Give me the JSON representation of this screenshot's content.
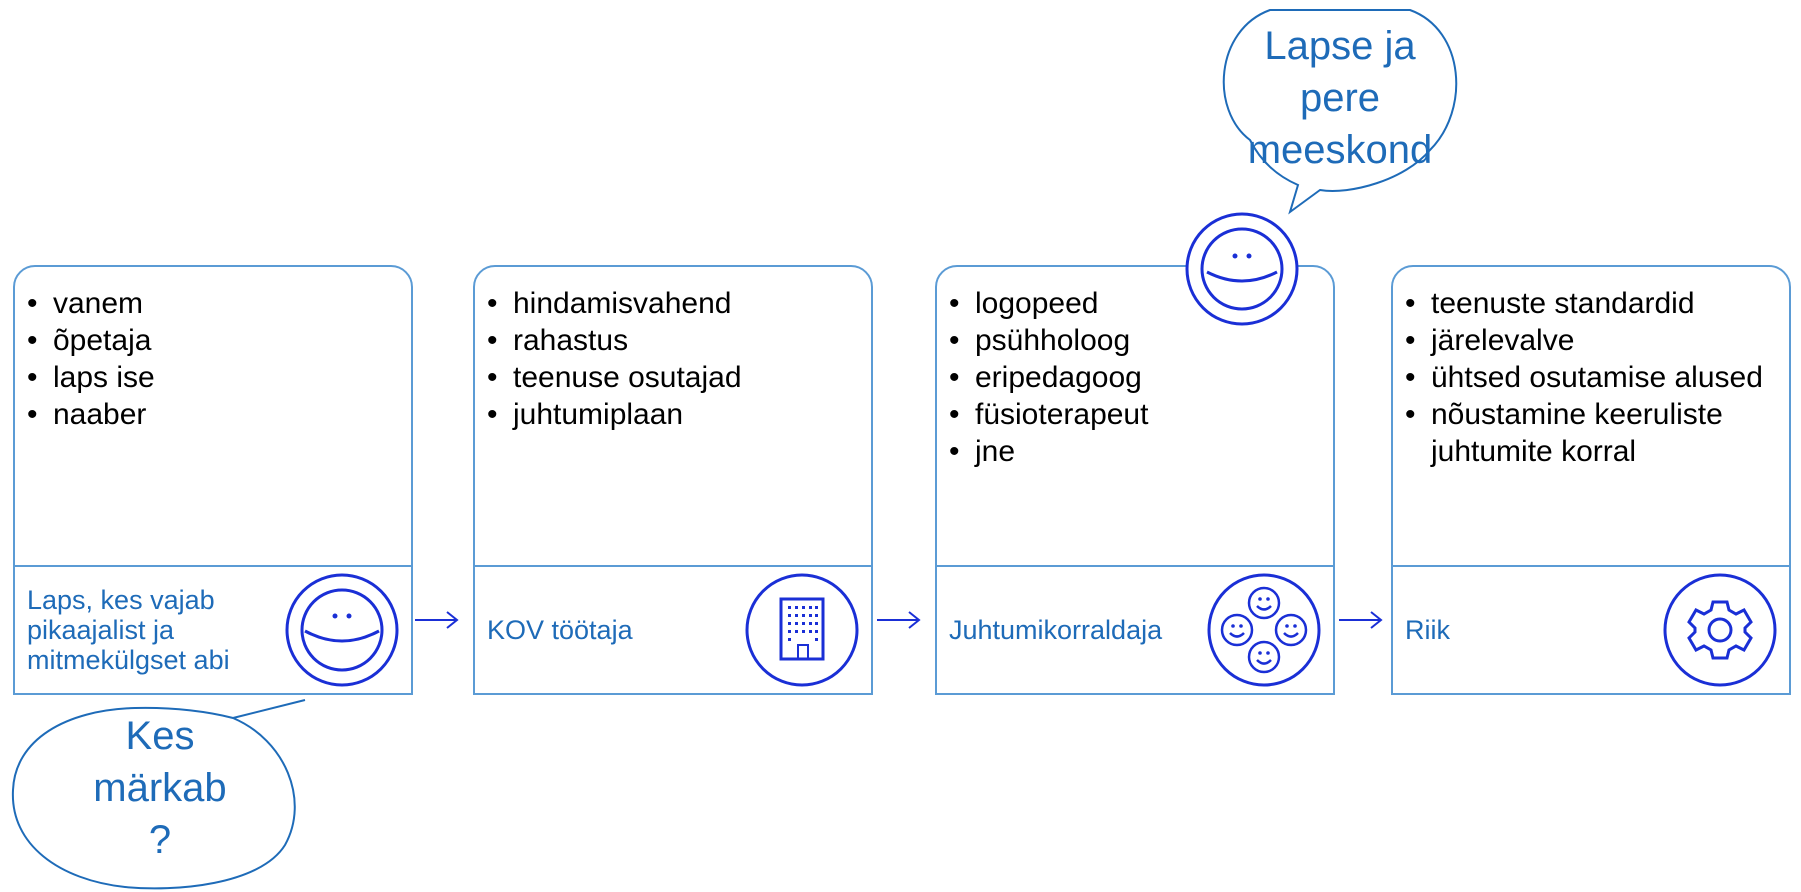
{
  "title": "",
  "cards": [
    {
      "bullets": [
        "vanem",
        "õpetaja",
        "laps ise",
        "naaber"
      ],
      "role": "Laps, kes vajab pikaajalist ja mitmekülgset abi",
      "icon": "smiley-face-icon"
    },
    {
      "bullets": [
        "hindamisvahend",
        "rahastus",
        "teenuse osutajad",
        "juhtumiplaan"
      ],
      "role": "KOV töötaja",
      "icon": "office-building-icon"
    },
    {
      "bullets": [
        "logopeed",
        "psühholoog",
        "eripedagoog",
        "füsioterapeut",
        "jne"
      ],
      "role": "Juhtumikorraldaja",
      "icon": "team-faces-icon"
    },
    {
      "bullets": [
        "teenuste standardid",
        "järelevalve",
        "ühtsed osutamise alused",
        "nõustamine keeruliste juhtumite korral"
      ],
      "role": "Riik",
      "icon": "gear-icon"
    }
  ],
  "bubbles": {
    "top": {
      "lines": [
        "Lapse ja",
        "pere",
        "meeskond"
      ]
    },
    "bottom": {
      "lines": [
        "Kes",
        "märkab",
        "?"
      ]
    }
  },
  "colors": {
    "border": "#5b9bd5",
    "accent": "#1e6bb8",
    "icon": "#1a2fd6"
  }
}
